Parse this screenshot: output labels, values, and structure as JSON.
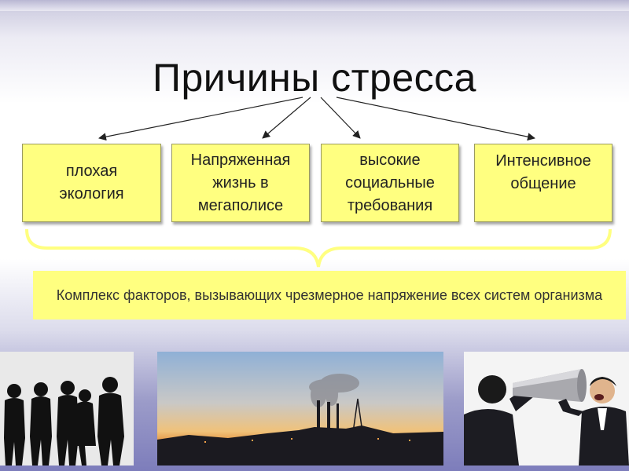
{
  "title": "Причины стресса",
  "causes": [
    {
      "label": "плохая\nэкология"
    },
    {
      "label": "Напряженная\nжизнь в\nмегаполисе"
    },
    {
      "label": "высокие\nсоциальные\nтребования"
    },
    {
      "label": "Интенсивное\nобщение"
    }
  ],
  "summary": "Комплекс факторов, вызывающих чрезмерное напряжение всех систем организма",
  "colors": {
    "box_fill": "#ffff80",
    "brace": "#ffff80"
  },
  "images": [
    {
      "name": "people-silhouettes-photo"
    },
    {
      "name": "factory-smoke-photo"
    },
    {
      "name": "megaphone-shouting-photo"
    }
  ]
}
